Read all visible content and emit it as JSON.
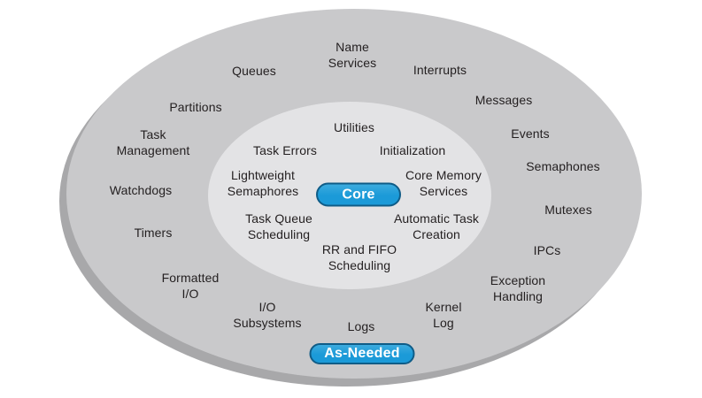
{
  "colors": {
    "bg-color": "#ffffff",
    "outer-color": "#c9c9cb",
    "shadow-color": "#a8a8aa",
    "inner-color": "#e3e3e5",
    "text-color": "#231f20",
    "pill-fill": "#1b9ad8",
    "pill-fill-light": "#3cabde",
    "pill-border": "#0f5c87",
    "pill-text": "#ffffff"
  },
  "diagram": {
    "outer": {
      "badge": "As-Needed",
      "items": [
        {
          "text": "Queues"
        },
        {
          "text": "Name\nServices"
        },
        {
          "text": "Interrupts"
        },
        {
          "text": "Messages"
        },
        {
          "text": "Partitions"
        },
        {
          "text": "Task\nManagement"
        },
        {
          "text": "Events"
        },
        {
          "text": "Semaphones"
        },
        {
          "text": "Watchdogs"
        },
        {
          "text": "Mutexes"
        },
        {
          "text": "Timers"
        },
        {
          "text": "IPCs"
        },
        {
          "text": "Formatted\nI/O"
        },
        {
          "text": "Exception\nHandling"
        },
        {
          "text": "I/O\nSubsystems"
        },
        {
          "text": "Kernel\nLog"
        },
        {
          "text": "Logs"
        }
      ]
    },
    "inner": {
      "badge": "Core",
      "items": [
        {
          "text": "Utilities"
        },
        {
          "text": "Task Errors"
        },
        {
          "text": "Initialization"
        },
        {
          "text": "Lightweight\nSemaphores"
        },
        {
          "text": "Core Memory\nServices"
        },
        {
          "text": "Task Queue\nScheduling"
        },
        {
          "text": "Automatic Task\nCreation"
        },
        {
          "text": "RR and FIFO\nScheduling"
        }
      ]
    }
  }
}
